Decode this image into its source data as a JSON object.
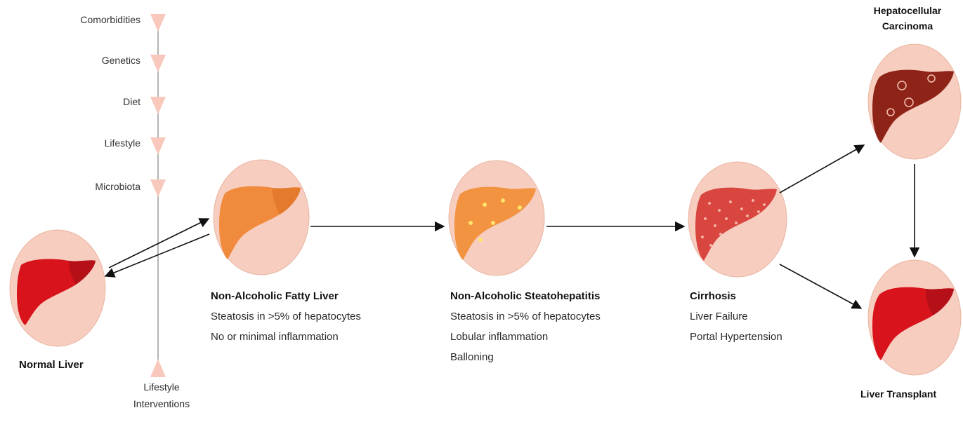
{
  "factors": [
    "Comorbidities",
    "Genetics",
    "Diet",
    "Lifestyle",
    "Microbiota"
  ],
  "intervention": {
    "line1": "Lifestyle",
    "line2": "Interventions"
  },
  "stages": {
    "normal": {
      "title": "Normal Liver"
    },
    "nafl": {
      "title": "Non-Alcoholic Fatty Liver",
      "lines": [
        "Steatosis in >5% of hepatocytes",
        "No or minimal inflammation"
      ]
    },
    "nash": {
      "title": "Non-Alcoholic Steatohepatitis",
      "lines": [
        "Steatosis in >5% of hepatocytes",
        "Lobular inflammation",
        "Balloning"
      ]
    },
    "cirrhosis": {
      "title": "Cirrhosis",
      "lines": [
        "Liver Failure",
        "Portal Hypertension"
      ]
    },
    "hcc": {
      "title_line1": "Hepatocellular",
      "title_line2": "Carcinoma"
    },
    "transplant": {
      "title": "Liver Transplant"
    }
  },
  "colors": {
    "circle": "#f6cdbf",
    "circle_edge": "#eab5a2",
    "factor_arrow": "#f8c8bc",
    "normal_liver": "#d8131b",
    "nafl_liver": "#f08a3c",
    "nash_liver": "#f29342",
    "cirrhosis_liver": "#d9463f",
    "hcc_liver": "#8e2418",
    "transplant_liver": "#d8131b",
    "arrow": "#111111",
    "line": "#8f8f8f"
  }
}
